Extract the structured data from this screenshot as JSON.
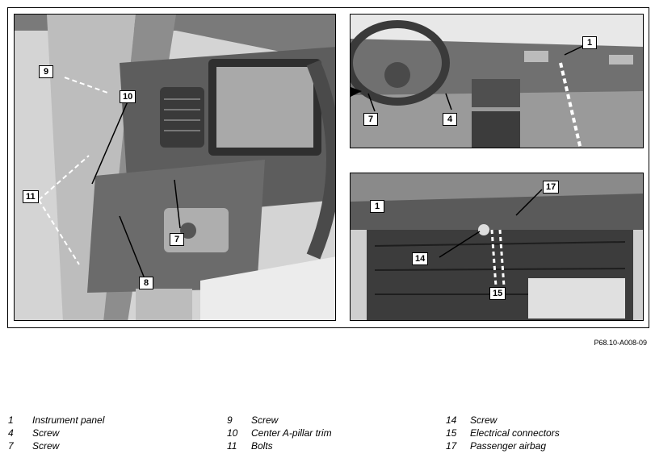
{
  "figure_ref": "P68.10-A008-09",
  "callouts": {
    "left": [
      "9",
      "10",
      "11",
      "7",
      "8"
    ],
    "top_right": [
      "1",
      "7",
      "4"
    ],
    "bottom_right": [
      "1",
      "17",
      "14",
      "15"
    ]
  },
  "legend": [
    [
      {
        "num": "1",
        "text": "Instrument panel"
      },
      {
        "num": "4",
        "text": "Screw"
      },
      {
        "num": "7",
        "text": "Screw"
      }
    ],
    [
      {
        "num": "9",
        "text": "Screw"
      },
      {
        "num": "10",
        "text": "Center A-pillar trim"
      },
      {
        "num": "11",
        "text": "Bolts"
      }
    ],
    [
      {
        "num": "14",
        "text": "Screw"
      },
      {
        "num": "15",
        "text": "Electrical connectors"
      },
      {
        "num": "17",
        "text": "Passenger airbag"
      }
    ]
  ]
}
